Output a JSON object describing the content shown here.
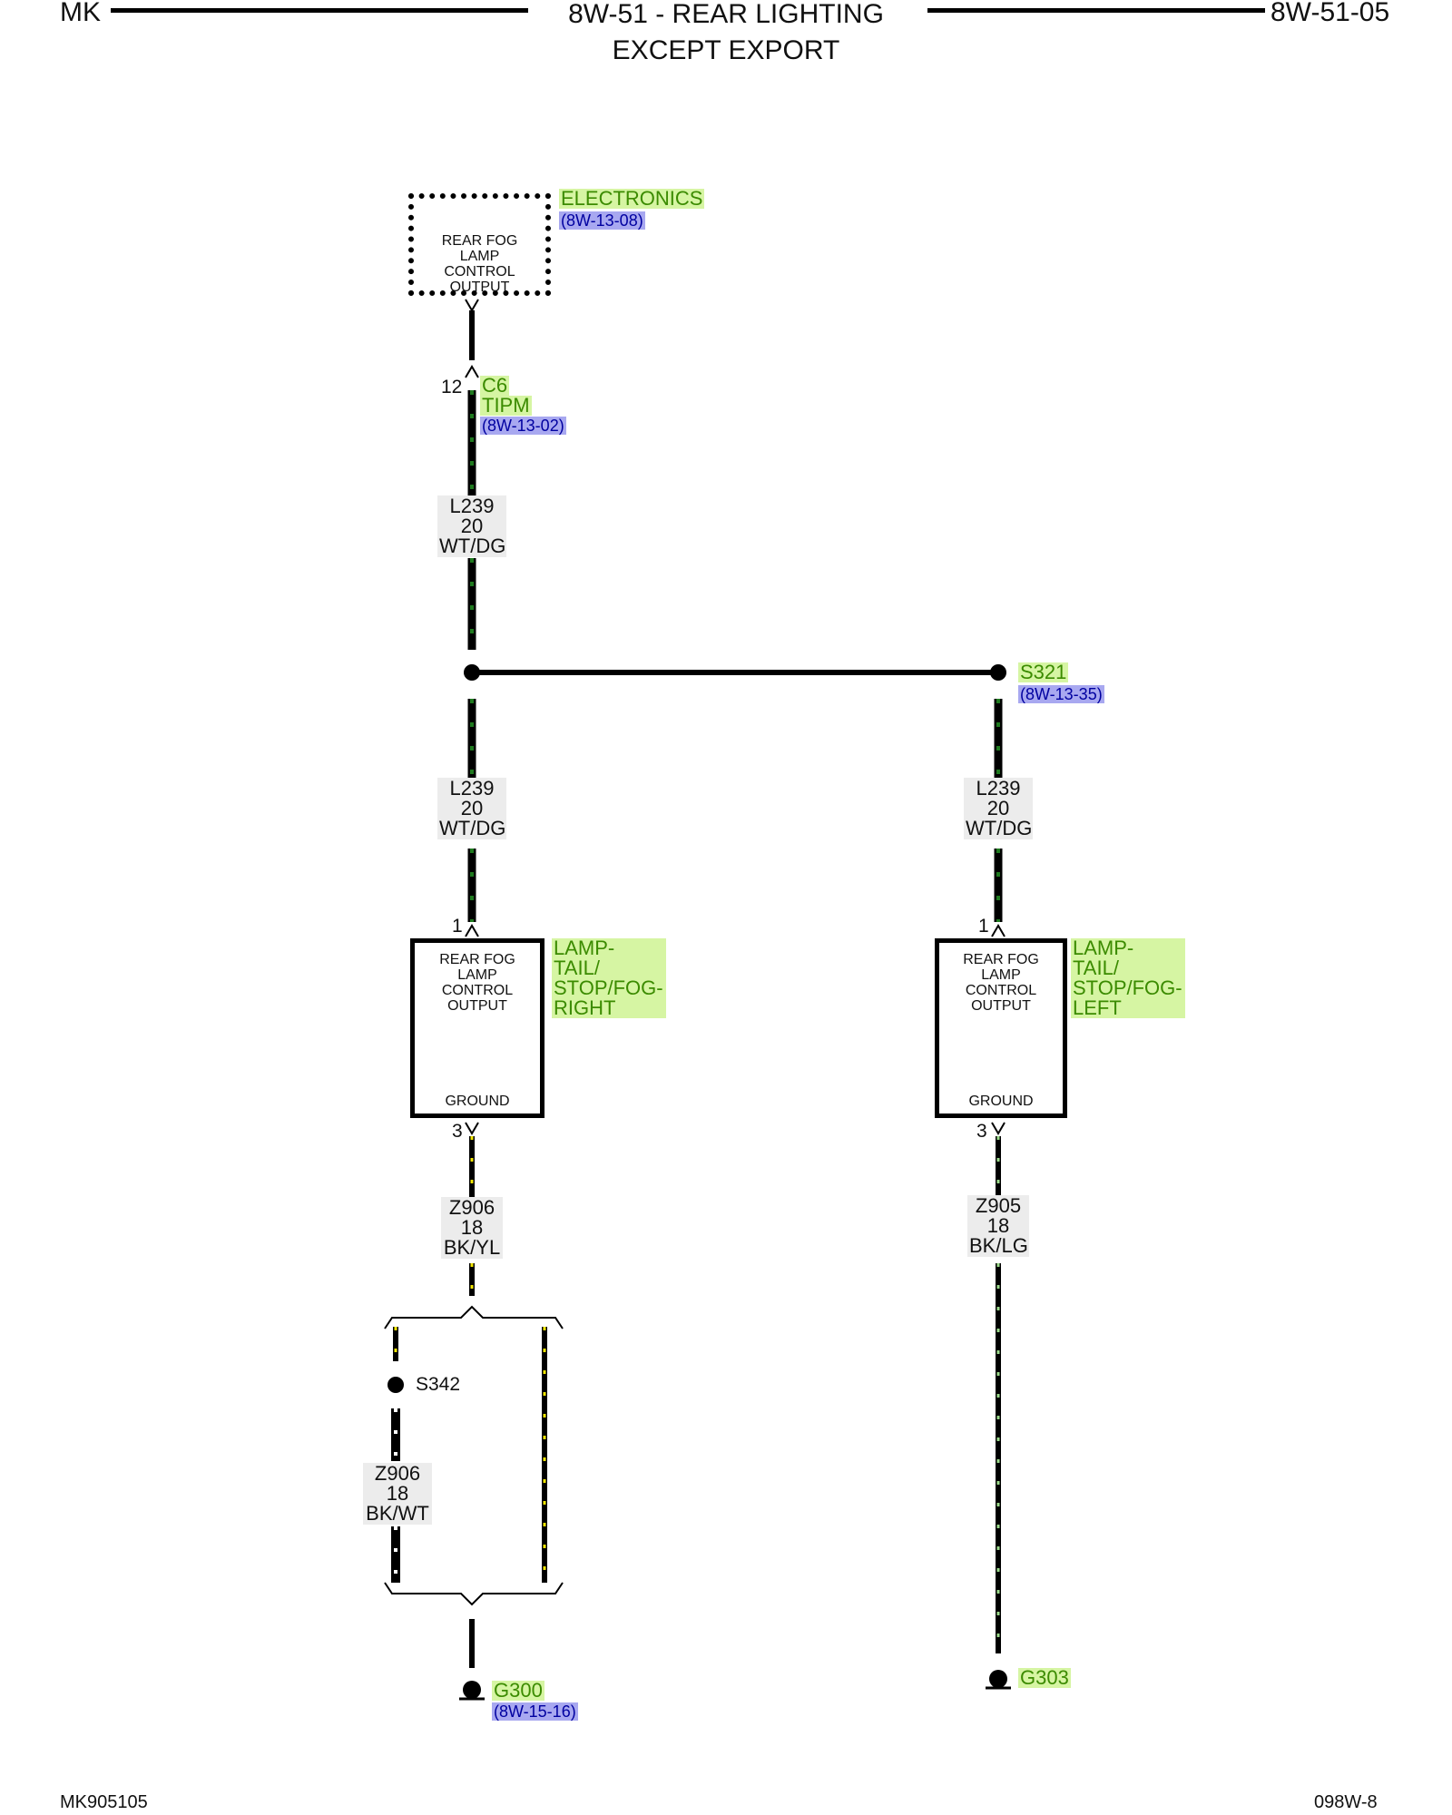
{
  "header": {
    "left": "MK",
    "title_line1": "8W-51 - REAR LIGHTING",
    "title_line2": "EXCEPT EXPORT",
    "right": "8W-51-05"
  },
  "footer": {
    "left": "MK905105",
    "right": "098W-8"
  },
  "electronics": {
    "box_lines": [
      "REAR FOG",
      "LAMP",
      "CONTROL",
      "OUTPUT"
    ],
    "label": "ELECTRONICS",
    "ref": "(8W-13-08)"
  },
  "tipm": {
    "pin": "12",
    "connector": "C6",
    "name": "TIPM",
    "ref": "(8W-13-02)"
  },
  "wire_top": {
    "circuit": "L239",
    "gauge": "20",
    "color": "WT/DG"
  },
  "splice_s321": {
    "name": "S321",
    "ref": "(8W-13-35)"
  },
  "wire_left_mid": {
    "circuit": "L239",
    "gauge": "20",
    "color": "WT/DG"
  },
  "wire_right_mid": {
    "circuit": "L239",
    "gauge": "20",
    "color": "WT/DG"
  },
  "lamp_right": {
    "pin_in": "1",
    "box_lines": [
      "REAR FOG",
      "LAMP",
      "CONTROL",
      "OUTPUT"
    ],
    "ground": "GROUND",
    "pin_out": "3",
    "label_lines": [
      "LAMP-",
      "TAIL/",
      "STOP/FOG-",
      "RIGHT"
    ]
  },
  "lamp_left": {
    "pin_in": "1",
    "box_lines": [
      "REAR FOG",
      "LAMP",
      "CONTROL",
      "OUTPUT"
    ],
    "ground": "GROUND",
    "pin_out": "3",
    "label_lines": [
      "LAMP-",
      "TAIL/",
      "STOP/FOG-",
      "LEFT"
    ]
  },
  "wire_z906_top": {
    "circuit": "Z906",
    "gauge": "18",
    "color": "BK/YL"
  },
  "wire_z905": {
    "circuit": "Z905",
    "gauge": "18",
    "color": "BK/LG"
  },
  "splice_s342": {
    "name": "S342"
  },
  "wire_z906_bottom": {
    "circuit": "Z906",
    "gauge": "18",
    "color": "BK/WT"
  },
  "ground_g300": {
    "name": "G300",
    "ref": "(8W-15-16)"
  },
  "ground_g303": {
    "name": "G303"
  },
  "colors": {
    "wire_dash_green": "#1f7a1f",
    "wire_dash_yellow": "#f2e600",
    "wire_dash_lightgreen": "#9ad98a",
    "label_green_bg": "#d6f5a3",
    "label_blue_bg": "#a8a8f0"
  }
}
